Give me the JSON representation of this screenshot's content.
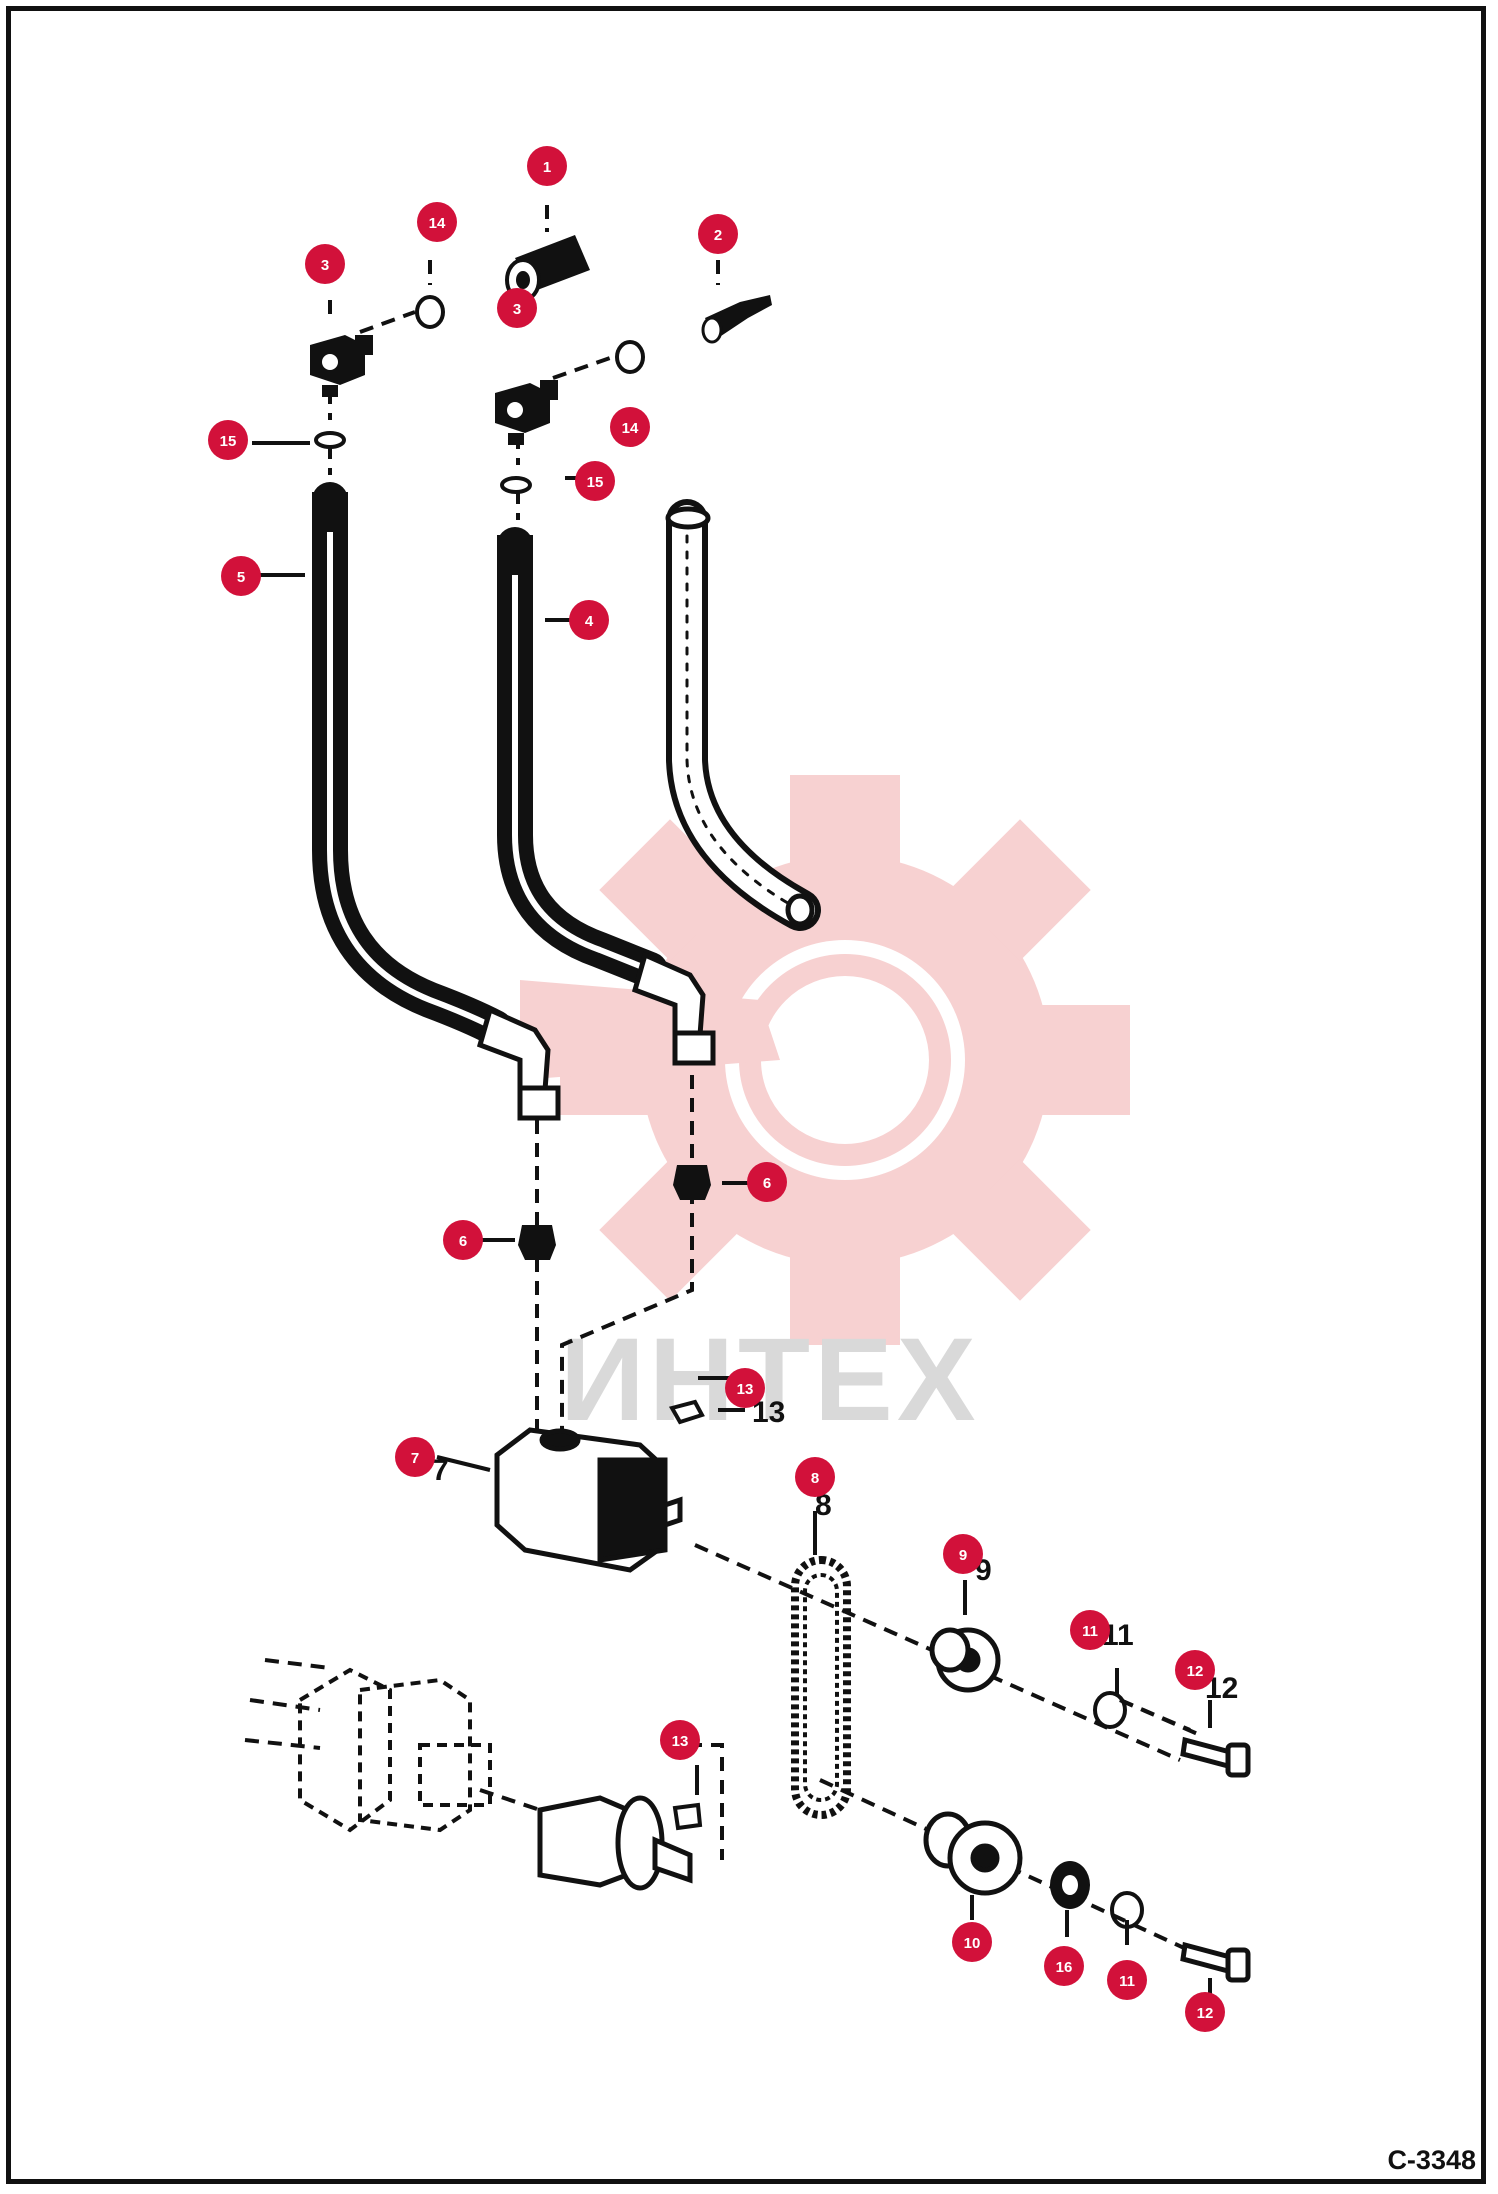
{
  "drawing_id": "C-3348",
  "watermark_text": "ИНТЕХ",
  "colors": {
    "callout_fill": "#d2113a",
    "watermark": "#f6c9c9",
    "line": "#111111"
  },
  "callouts": [
    {
      "id": "c1",
      "label": "1"
    },
    {
      "id": "c14a",
      "label": "14"
    },
    {
      "id": "c2",
      "label": "2"
    },
    {
      "id": "c3a",
      "label": "3"
    },
    {
      "id": "c3b",
      "label": "3"
    },
    {
      "id": "c15a",
      "label": "15"
    },
    {
      "id": "c14b",
      "label": "14"
    },
    {
      "id": "c15b",
      "label": "15"
    },
    {
      "id": "c5",
      "label": "5"
    },
    {
      "id": "c4",
      "label": "4"
    },
    {
      "id": "c6a",
      "label": "6"
    },
    {
      "id": "c6b",
      "label": "6"
    },
    {
      "id": "c13a",
      "label": "13"
    },
    {
      "id": "c7",
      "label": "7"
    },
    {
      "id": "c8",
      "label": "8"
    },
    {
      "id": "c9",
      "label": "9"
    },
    {
      "id": "c11a",
      "label": "11"
    },
    {
      "id": "c12a",
      "label": "12"
    },
    {
      "id": "c13b",
      "label": "13"
    },
    {
      "id": "c10",
      "label": "10"
    },
    {
      "id": "c16",
      "label": "16"
    },
    {
      "id": "c11b",
      "label": "11"
    },
    {
      "id": "c12b",
      "label": "12"
    }
  ],
  "plain_numbers": [
    {
      "id": "p13",
      "label": "13"
    },
    {
      "id": "p7",
      "label": "7"
    },
    {
      "id": "p9",
      "label": "9"
    },
    {
      "id": "p11",
      "label": "11"
    },
    {
      "id": "p12",
      "label": "12"
    },
    {
      "id": "p8",
      "label": "8"
    }
  ]
}
